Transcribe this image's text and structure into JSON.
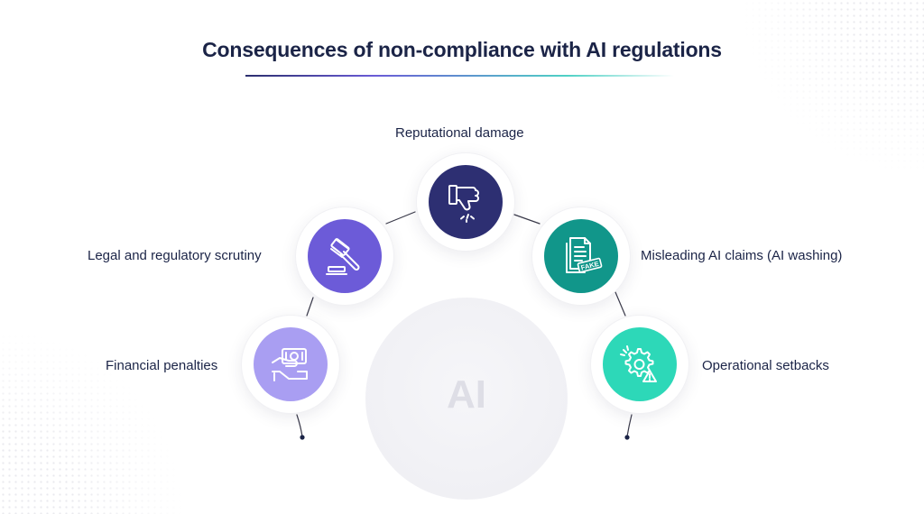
{
  "title": "Consequences of non-compliance with AI regulations",
  "center_label": "AI",
  "nodes": [
    {
      "id": "financial-penalties",
      "label": "Financial penalties",
      "icon": "money-hand-icon",
      "color": "#a99ef2"
    },
    {
      "id": "legal-scrutiny",
      "label": "Legal and regulatory scrutiny",
      "icon": "gavel-icon",
      "color": "#6c5bd8"
    },
    {
      "id": "reputational-damage",
      "label": "Reputational damage",
      "icon": "thumbs-down-icon",
      "color": "#2d2f72"
    },
    {
      "id": "misleading-claims",
      "label": "Misleading AI claims (AI washing)",
      "icon": "fake-document-icon",
      "color": "#11968a",
      "badge": "FAKE"
    },
    {
      "id": "operational-setbacks",
      "label": "Operational setbacks",
      "icon": "gear-warning-icon",
      "color": "#2dd8b8"
    }
  ]
}
